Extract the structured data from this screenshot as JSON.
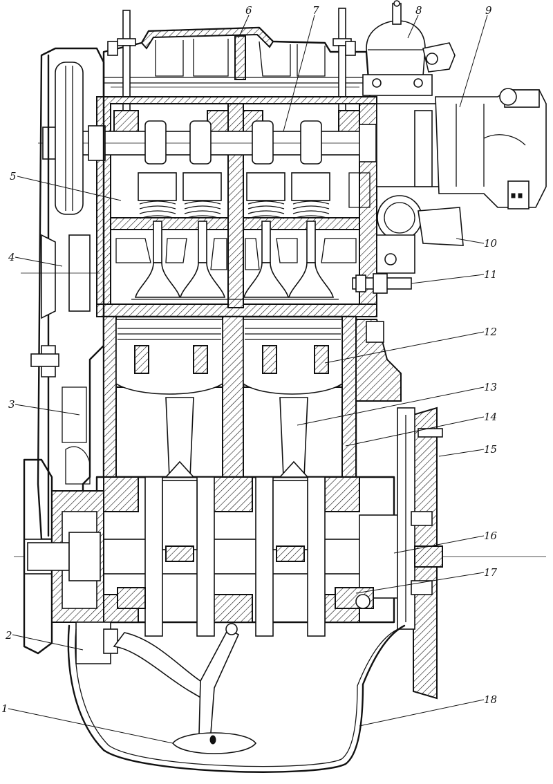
{
  "callouts": [
    {
      "num": "1"
    },
    {
      "num": "2"
    },
    {
      "num": "3"
    },
    {
      "num": "4"
    },
    {
      "num": "5"
    },
    {
      "num": "6"
    },
    {
      "num": "7"
    },
    {
      "num": "8"
    },
    {
      "num": "9"
    },
    {
      "num": "10"
    },
    {
      "num": "11"
    },
    {
      "num": "12"
    },
    {
      "num": "13"
    },
    {
      "num": "14"
    },
    {
      "num": "15"
    },
    {
      "num": "16"
    },
    {
      "num": "17"
    },
    {
      "num": "18"
    }
  ],
  "colors": {
    "ink": "#111111",
    "paper": "#ffffff"
  }
}
